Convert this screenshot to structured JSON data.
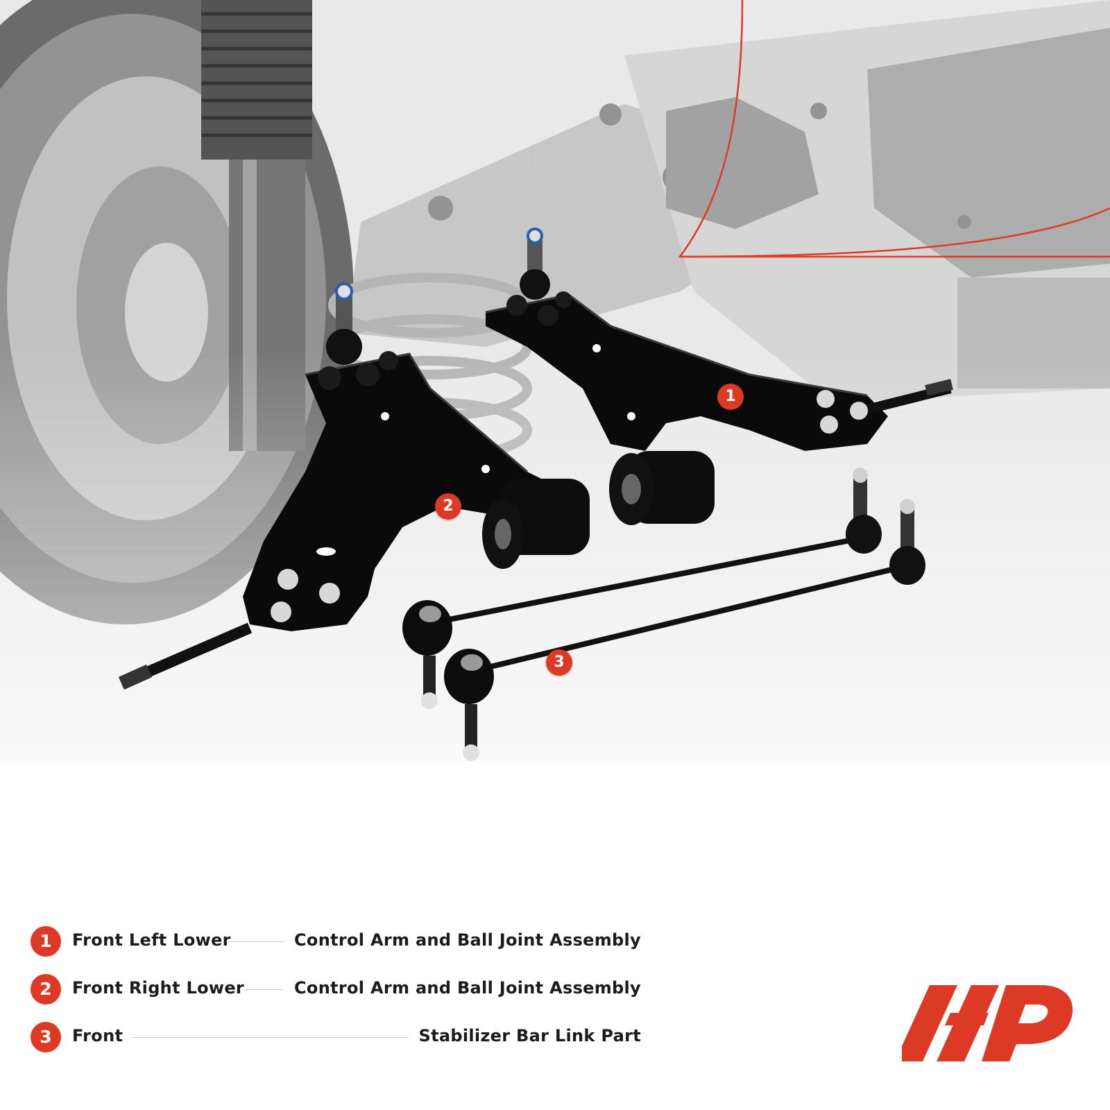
{
  "accent_color": "#dc3a25",
  "callouts": [
    {
      "number": "1"
    },
    {
      "number": "2"
    },
    {
      "number": "3"
    }
  ],
  "legend": [
    {
      "number": "1",
      "position": "Front Left Lower",
      "part": "Control Arm and Ball Joint Assembly"
    },
    {
      "number": "2",
      "position": "Front Right Lower",
      "part": "Control Arm and Ball Joint Assembly"
    },
    {
      "number": "3",
      "position": "Front",
      "part": "Stabilizer Bar Link Part"
    }
  ],
  "logo": {
    "name": "brand-logo-icon"
  }
}
